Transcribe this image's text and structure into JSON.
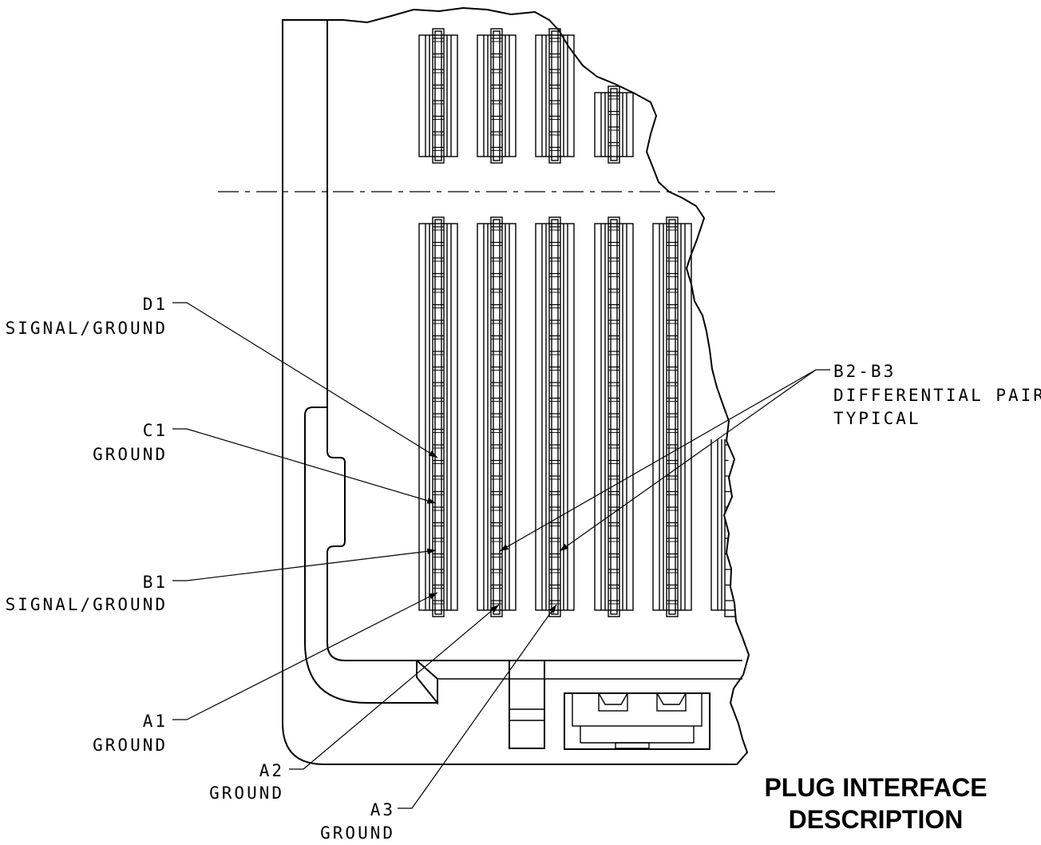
{
  "callouts": [
    {
      "id": "d1",
      "line1": "D1",
      "line2": "SIGNAL/GROUND"
    },
    {
      "id": "c1",
      "line1": "C1",
      "line2": "GROUND"
    },
    {
      "id": "b1",
      "line1": "B1",
      "line2": "SIGNAL/GROUND"
    },
    {
      "id": "a1",
      "line1": "A1",
      "line2": "GROUND"
    },
    {
      "id": "a2",
      "line1": "A2",
      "line2": "GROUND"
    },
    {
      "id": "a3",
      "line1": "A3",
      "line2": "GROUND"
    },
    {
      "id": "b2b3",
      "line1": "B2-B3",
      "line2": "DIFFERENTIAL PAIR",
      "line3": "TYPICAL"
    }
  ],
  "title": {
    "line1": "PLUG INTERFACE",
    "line2": "DESCRIPTION"
  },
  "colors": {
    "line": "#000000",
    "background": "#ffffff"
  }
}
